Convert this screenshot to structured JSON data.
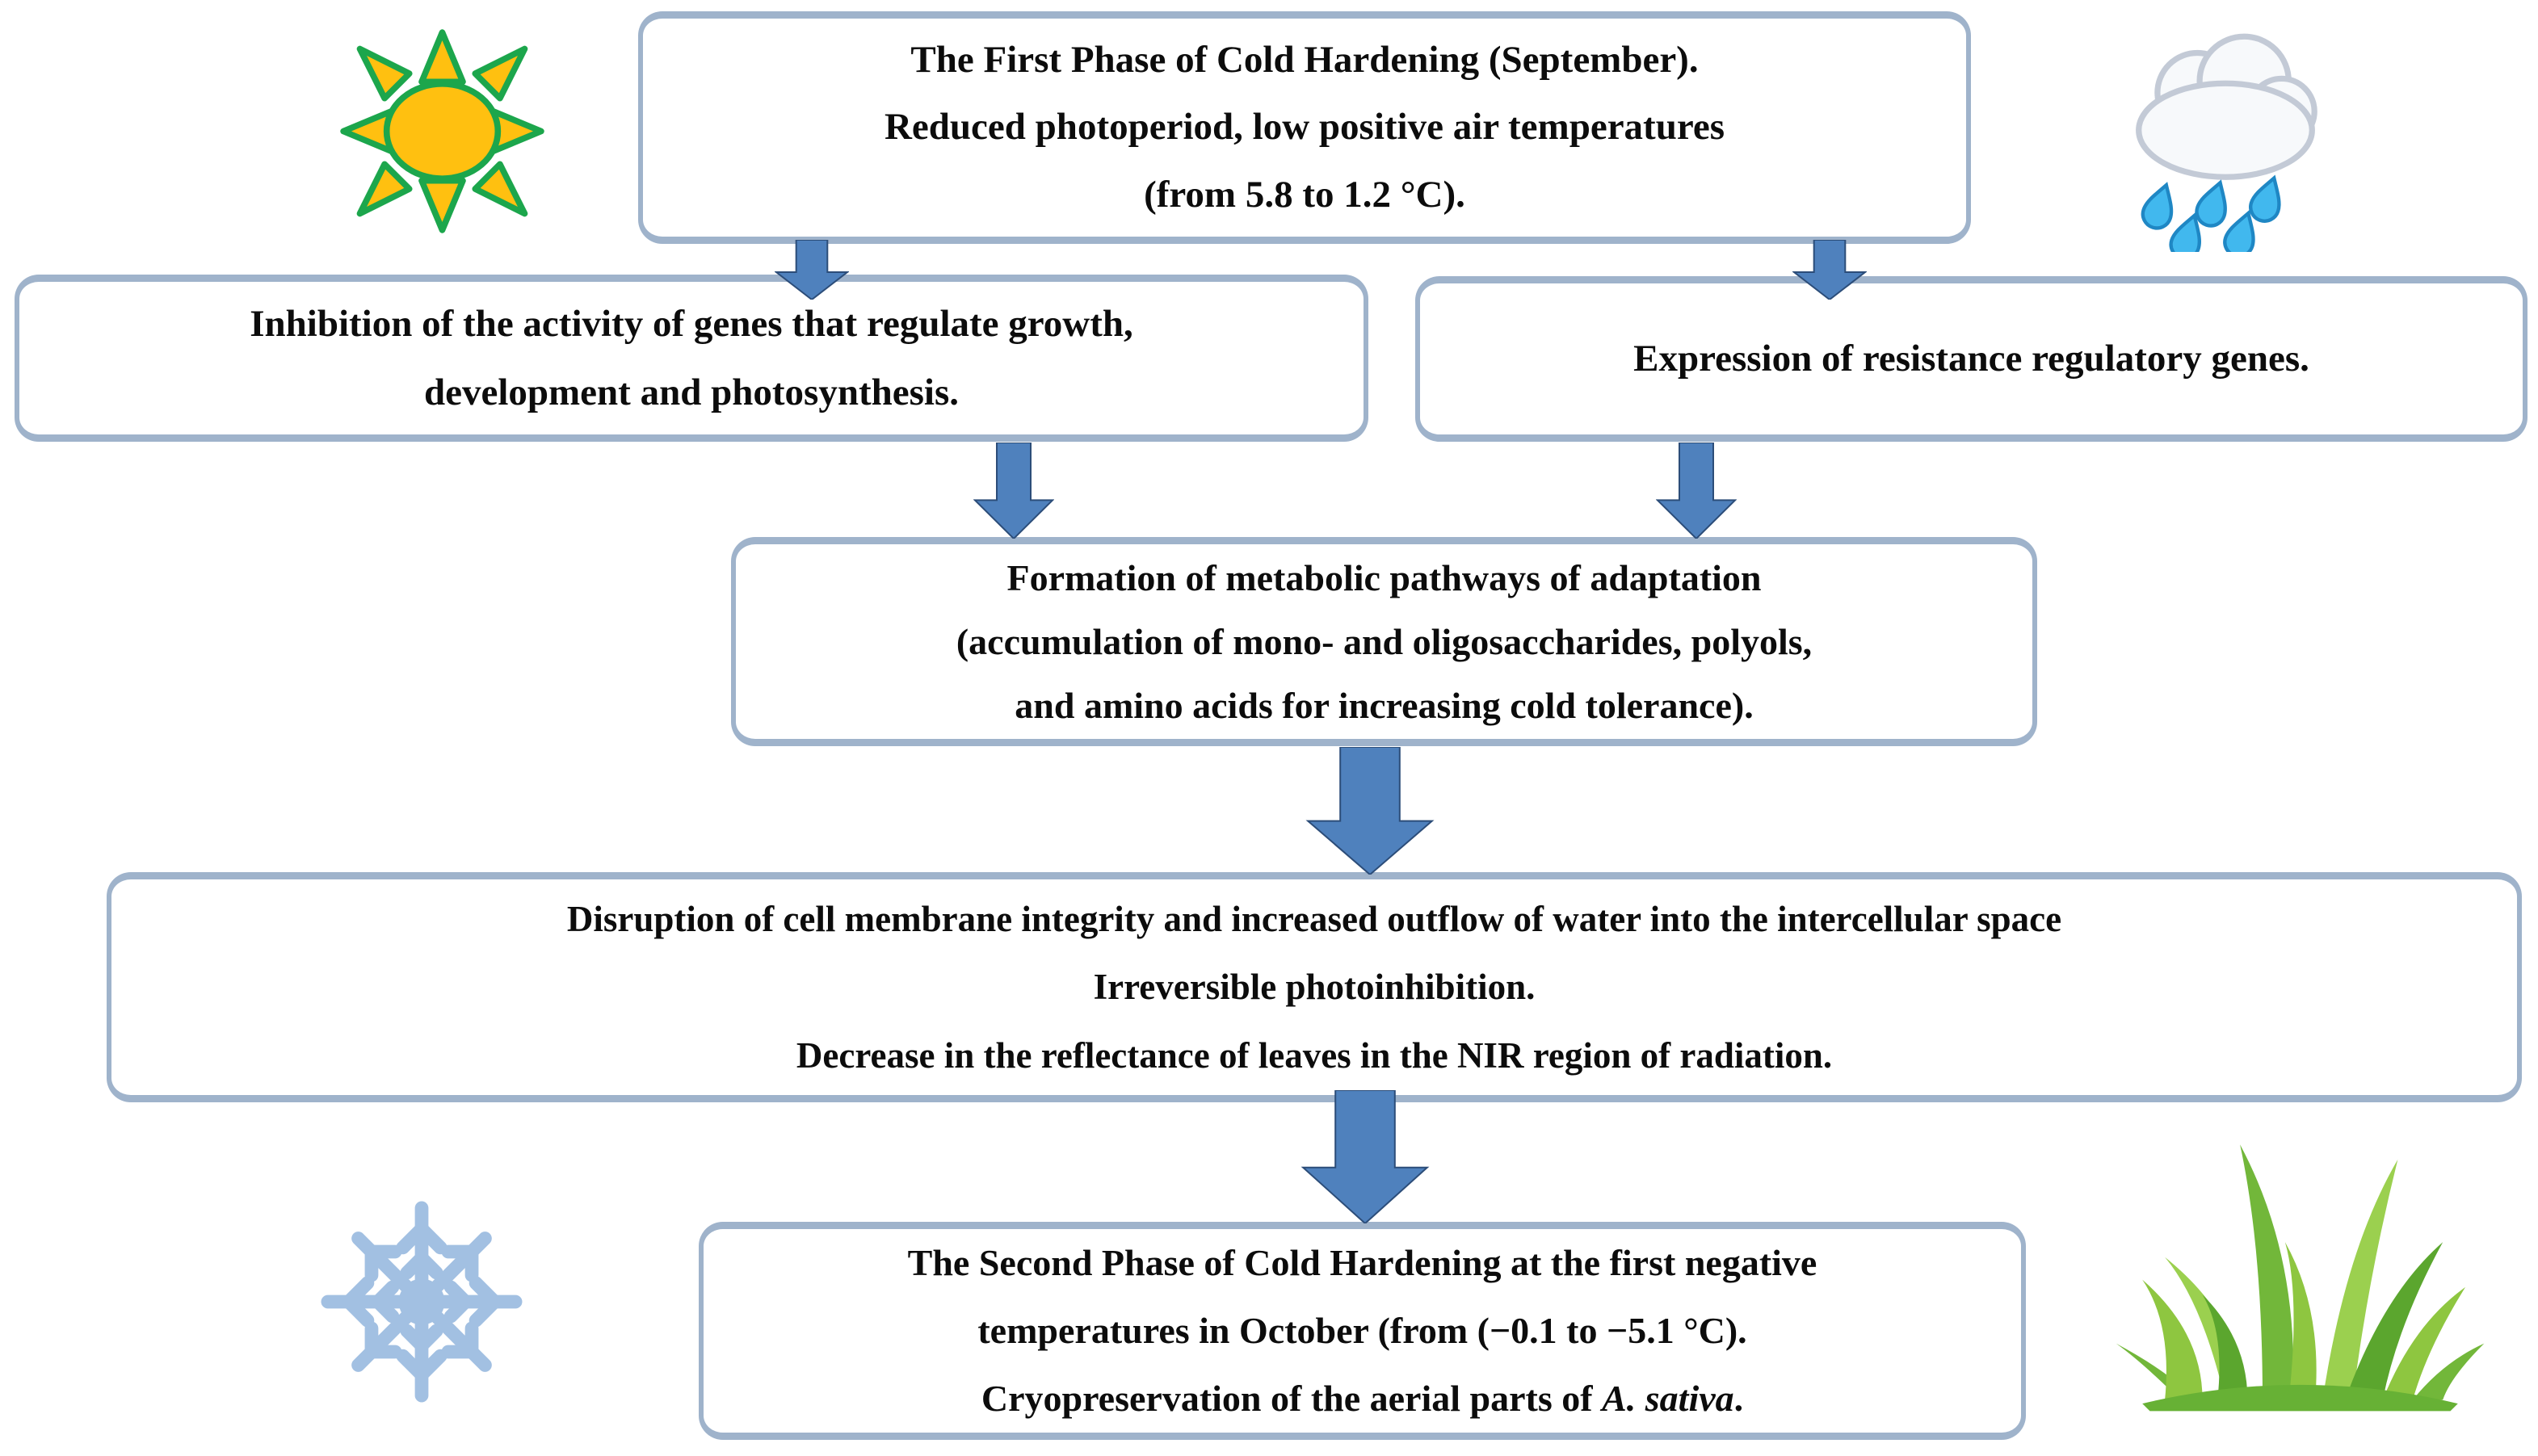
{
  "figure": {
    "type": "flowchart",
    "background": "#ffffff"
  },
  "colors": {
    "box_border": "#9fb3cb",
    "box_fill": "#ffffff",
    "arrow_fill": "#4f81bd",
    "arrow_stroke": "#2c4d79",
    "text": "#0c0c0c",
    "snowflake": "#a2c0e2",
    "sun_core": "#ffc010",
    "sun_outline": "#1ca64c",
    "cloud_outline": "#c3cad6",
    "raindrop": "#41b8ee",
    "grass_green": "#7cbf3f"
  },
  "icons": {
    "top_left": "sun-icon",
    "top_right": "rain-cloud-icon",
    "bottom_left": "snowflake-icon",
    "bottom_right": "grass-icon"
  },
  "boxes": {
    "phase1": {
      "lines": [
        "The First Phase of Cold Hardening (September).",
        "Reduced photoperiod, low positive air temperatures",
        "(from 5.8 to 1.2 °C)."
      ]
    },
    "inhibition": {
      "lines": [
        "Inhibition of the activity of genes that regulate growth,",
        "development and photosynthesis."
      ]
    },
    "expression": {
      "lines": [
        "Expression of resistance regulatory genes."
      ]
    },
    "formation": {
      "lines": [
        "Formation of metabolic pathways of adaptation",
        "(accumulation of mono- and oligosaccharides, polyols,",
        "and amino acids for increasing cold tolerance)."
      ]
    },
    "disruption": {
      "lines": [
        "Disruption of cell membrane integrity and increased outflow of water into the intercellular space",
        "Irreversible photoinhibition.",
        "Decrease in the reflectance of leaves in the NIR region of radiation."
      ]
    },
    "phase2": {
      "lines": [
        "The Second Phase of Cold Hardening at the first negative",
        "temperatures in October (from (−0.1 to −5.1 °C)."
      ],
      "line3_prefix": "Cryopreservation of the aerial parts of ",
      "species_italic": "A. sativa",
      "line3_suffix": "."
    }
  }
}
